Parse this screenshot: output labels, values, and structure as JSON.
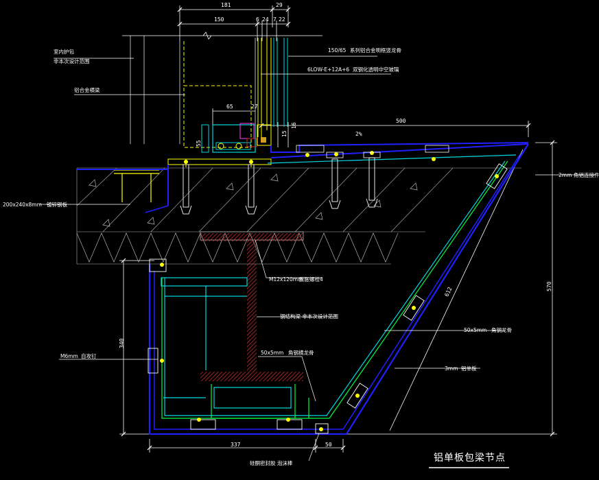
{
  "dimensions": {
    "d181": "181",
    "d29": "29",
    "d150": "150",
    "d6": "6",
    "d24": "24",
    "d7": "7",
    "d22": "22",
    "d65": "65",
    "d27": "27",
    "d55": "55",
    "d15": "15",
    "d16": "16",
    "d500": "500",
    "d2pct": "2%",
    "d612": "612",
    "d570": "570",
    "d340": "340",
    "d337": "337",
    "d50": "50"
  },
  "labels": {
    "indoor_finish": "室内护包",
    "scope_indoor": "非本次设计范围",
    "mullion_series": "150/65",
    "mullion_name": "系列铝合金明框竖龙骨",
    "glass_spec": "6LOW-E+12A+6",
    "glass_name": "双钢化透明中空玻璃",
    "alu_sill": "铝合金横梁",
    "corner_conn_spec": "2mm",
    "corner_conn": "角铝连接件",
    "embed_plate_spec": "200x240x8mm",
    "embed_plate": "镀锌钢板",
    "bolt_spec": "M12x120mm",
    "bolt_name": "膨胀螺栓4",
    "steel_beam": "钢结构梁  非本次设计范围",
    "stud_spec": "50x5mm",
    "stud_name": "角钢横龙骨",
    "angle_spec": "50x5mm",
    "angle_name": "角钢龙骨",
    "panel_spec": "3mm",
    "panel_name": "铝单板",
    "screw_spec": "M6mm",
    "screw_name": "自攻钉",
    "sealant": "硅酮密封胶  泡沫棒"
  },
  "title": "铝单板包梁节点",
  "colors": {
    "background": "#000000",
    "outline_blue": "#2020ff",
    "line_cyan": "#00d8e0",
    "line_green": "#00ff40",
    "dim_white": "#ffffff",
    "hatch_gray": "#b4b4b4",
    "yellow": "#ffff00",
    "steel_red": "#d03030",
    "bolt_white": "#e8e8e8"
  }
}
